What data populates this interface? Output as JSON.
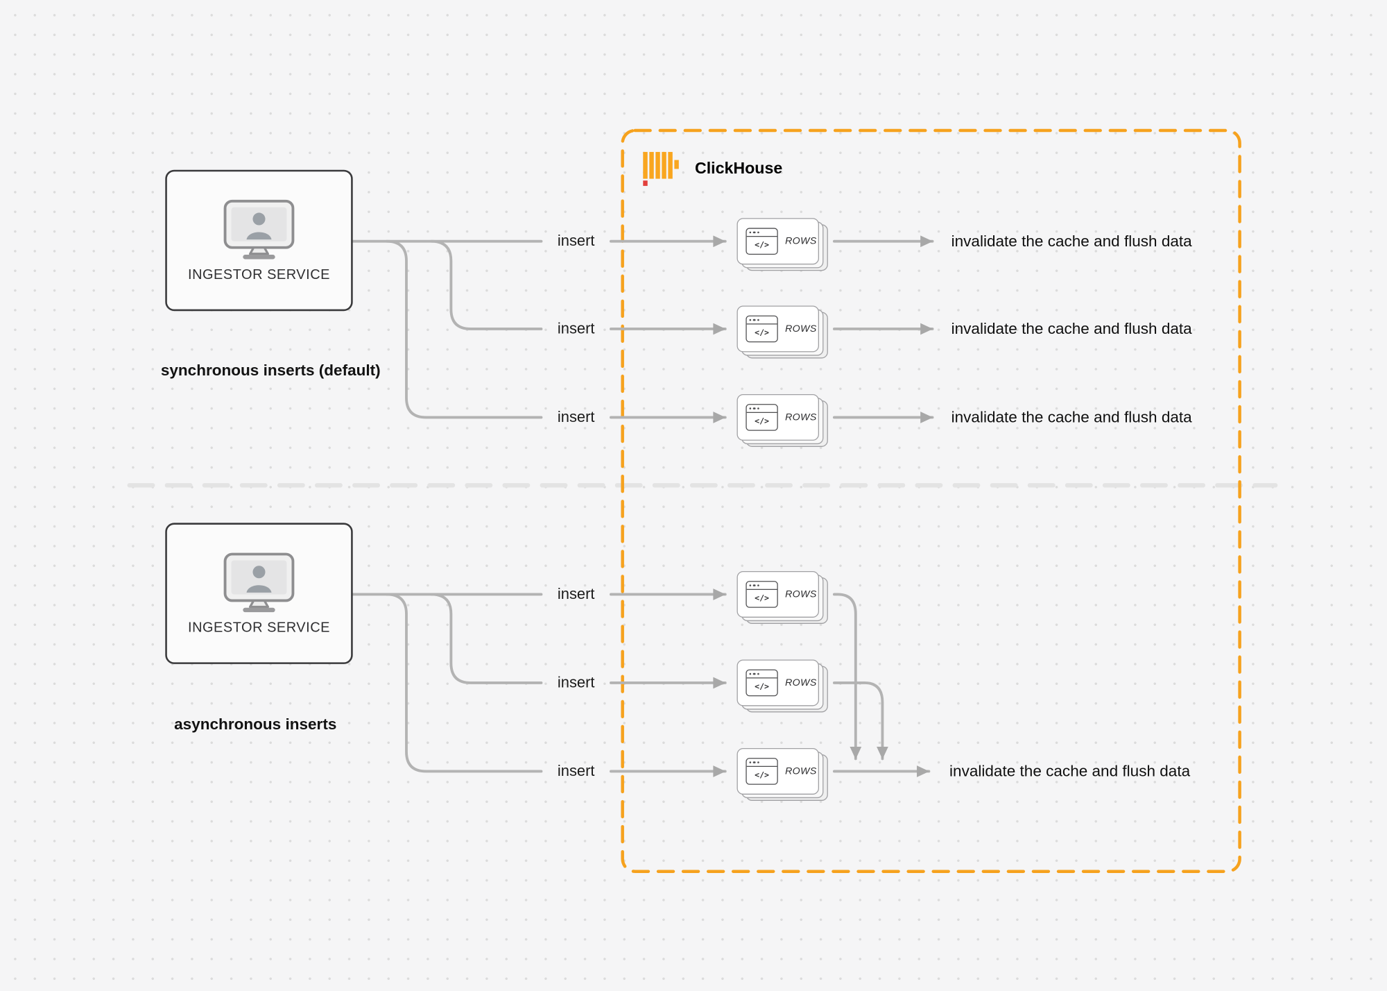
{
  "clickhouse": {
    "label": "ClickHouse"
  },
  "icons": {
    "code_glyph": "</>"
  },
  "sync": {
    "service_label": "INGESTOR SERVICE",
    "caption": "synchronous inserts (default)",
    "inserts": [
      {
        "label": "insert",
        "rows_label": "ROWS",
        "result": "invalidate the cache and flush data"
      },
      {
        "label": "insert",
        "rows_label": "ROWS",
        "result": "invalidate the cache and flush data"
      },
      {
        "label": "insert",
        "rows_label": "ROWS",
        "result": "invalidate the cache and flush data"
      }
    ]
  },
  "async": {
    "service_label": "INGESTOR SERVICE",
    "caption": "asynchronous inserts",
    "inserts": [
      {
        "label": "insert",
        "rows_label": "ROWS"
      },
      {
        "label": "insert",
        "rows_label": "ROWS"
      },
      {
        "label": "insert",
        "rows_label": "ROWS"
      }
    ],
    "result": "invalidate the cache and flush data"
  },
  "colors": {
    "background": "#f5f5f6",
    "accent_orange": "#f6a21e",
    "connector_gray": "#b3b3b3",
    "clickhouse_yellow": "#f9a61f",
    "clickhouse_red": "#e2403c"
  }
}
